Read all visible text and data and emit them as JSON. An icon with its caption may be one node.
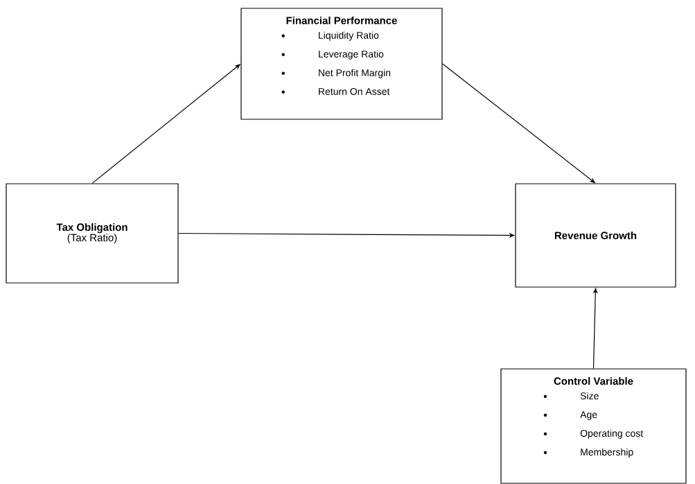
{
  "diagram": {
    "nodes": [
      {
        "text": [
          "Financial Performance",
          "Liquidity Ratio",
          "Leverage Ratio",
          "Net Profit Margin",
          "Return On Asset"
        ]
      },
      {
        "text": [
          "Tax Obligation",
          "(Tax Ratio)"
        ]
      },
      {
        "text": [
          "Revenue Growth"
        ]
      },
      {
        "text": [
          "Control Variable",
          "Size",
          "Age",
          "Operating cost",
          "Membership"
        ]
      }
    ],
    "edges": [
      {
        "from": 1,
        "to": 0,
        "arrow": "to"
      },
      {
        "from": 0,
        "to": 2,
        "arrow": "to"
      },
      {
        "from": 1,
        "to": 2,
        "arrow": "to"
      },
      {
        "from": 3,
        "to": 2,
        "arrow": "to"
      }
    ]
  }
}
